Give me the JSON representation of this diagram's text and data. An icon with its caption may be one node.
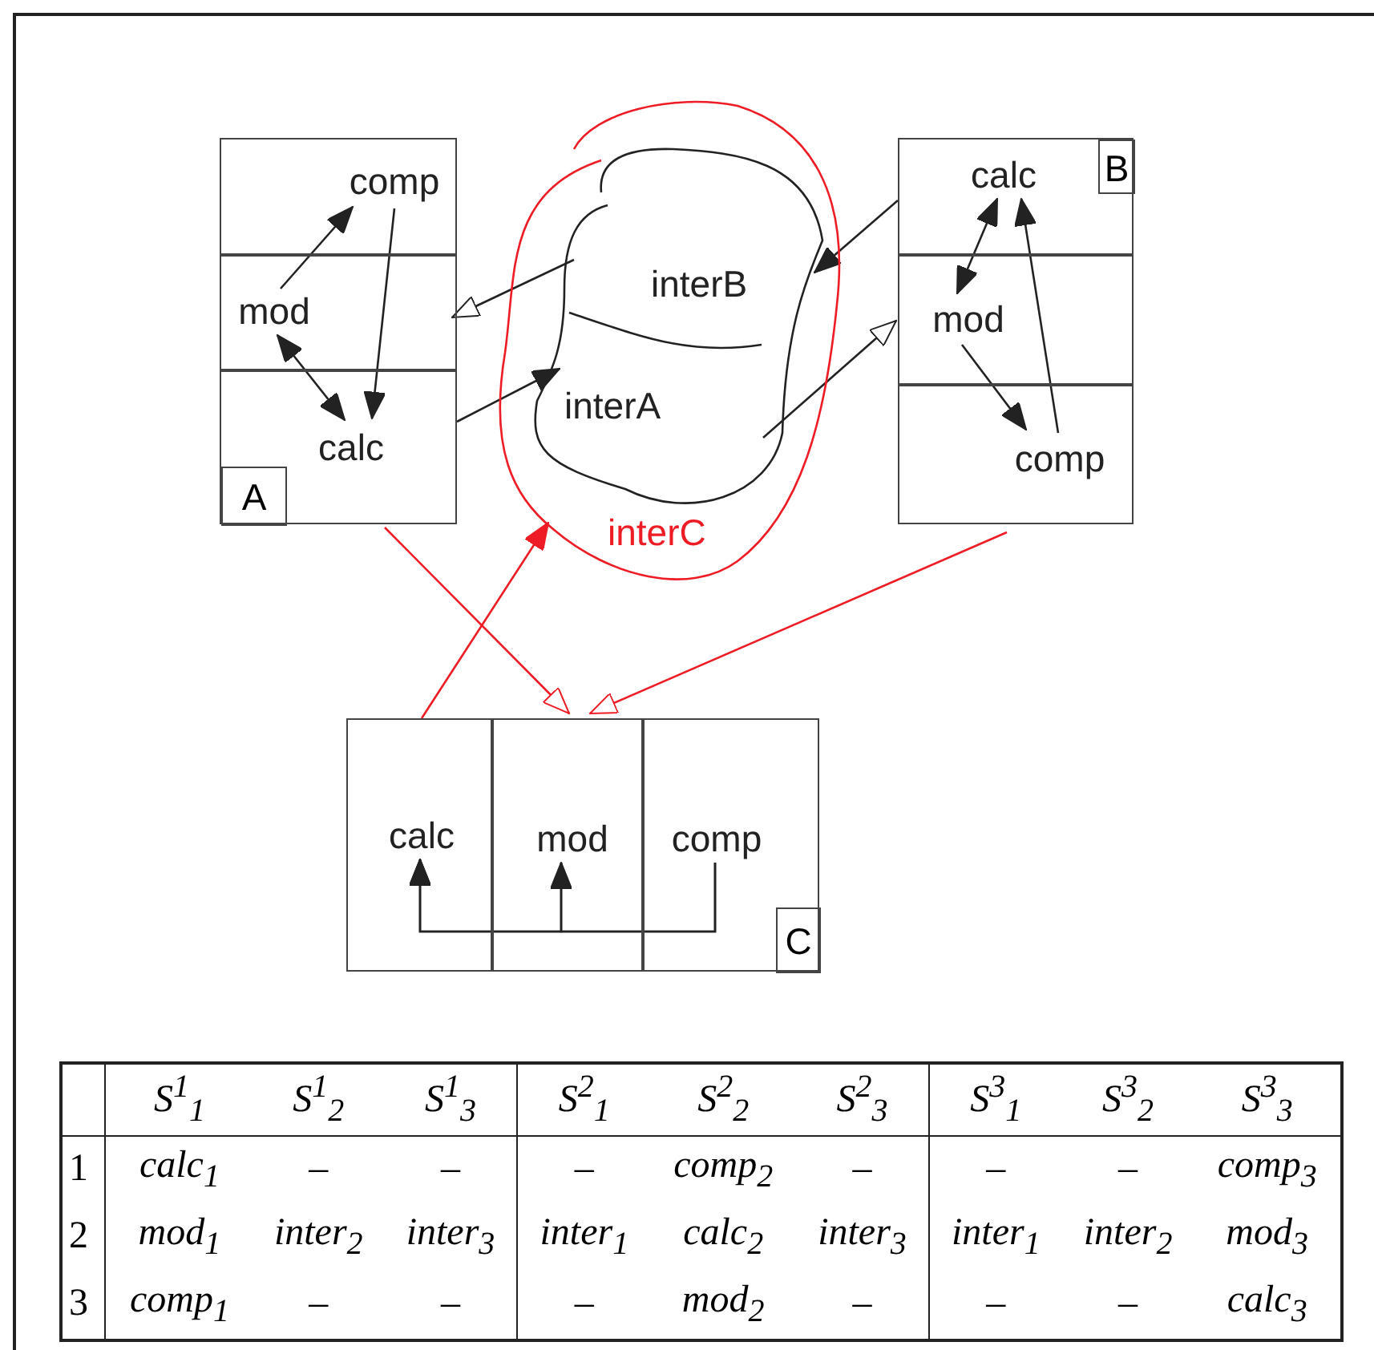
{
  "diagram": {
    "nodes": [
      {
        "text": [
          "A"
        ]
      },
      {
        "text": [
          "comp"
        ],
        "in": 0
      },
      {
        "text": [
          "mod"
        ],
        "in": 0
      },
      {
        "text": [
          "calc"
        ],
        "in": 0
      },
      {
        "text": [
          "interC"
        ]
      },
      {
        "text": [
          "interB"
        ],
        "in": 4
      },
      {
        "text": [
          "interA"
        ],
        "in": 4
      },
      {
        "text": [
          "B"
        ]
      },
      {
        "text": [
          "calc"
        ],
        "in": 7
      },
      {
        "text": [
          "mod"
        ],
        "in": 7
      },
      {
        "text": [
          "comp"
        ],
        "in": 7
      },
      {
        "text": [
          "C"
        ]
      },
      {
        "text": [
          "calc"
        ],
        "in": 11
      },
      {
        "text": [
          "mod"
        ],
        "in": 11
      },
      {
        "text": [
          "comp"
        ],
        "in": 11
      }
    ],
    "edges": [
      {
        "from": 2,
        "to": 1,
        "arrow": "to"
      },
      {
        "from": 1,
        "to": 3,
        "arrow": "to"
      },
      {
        "from": 2,
        "to": 3,
        "arrow": "both"
      },
      {
        "from": 5,
        "to": 0,
        "arrow": "to"
      },
      {
        "from": 0,
        "to": 6,
        "arrow": "to"
      },
      {
        "from": 7,
        "to": 5,
        "arrow": "to"
      },
      {
        "from": 6,
        "to": 7,
        "arrow": "to"
      },
      {
        "from": 9,
        "to": 8,
        "arrow": "both"
      },
      {
        "from": 9,
        "to": 10,
        "arrow": "to"
      },
      {
        "from": 10,
        "to": 8,
        "arrow": "to"
      },
      {
        "from": 0,
        "to": 11,
        "arrow": "to",
        "color": "#ee1c25"
      },
      {
        "from": 7,
        "to": 11,
        "arrow": "to",
        "color": "#ee1c25"
      },
      {
        "from": 11,
        "to": 4,
        "arrow": "to",
        "color": "#ee1c25"
      },
      {
        "from": 14,
        "to": 12,
        "arrow": "to"
      },
      {
        "from": 13,
        "to": 12,
        "arrow": "to"
      },
      {
        "from": 14,
        "to": 13,
        "arrow": "to"
      }
    ],
    "labels": [
      "S$^{1}$$_{1}$",
      "S$^{1}$$_{2}$",
      "S$^{1}$$_{3}$",
      "S$^{2}$$_{1}$",
      "S$^{2}$$_{2}$",
      "S$^{2}$$_{3}$",
      "S$^{3}$$_{1}$",
      "S$^{3}$$_{2}$",
      "S$^{3}$$_{3}$",
      "1",
      "calc$_{1}$",
      "–",
      "–",
      "–",
      "comp$_{2}$",
      "–",
      "–",
      "–",
      "comp$_{3}$",
      "2",
      "mod$_{1}$",
      "inter$_{2}$",
      "inter$_{3}$",
      "inter$_{1}$",
      "calc$_{2}$",
      "inter$_{3}$",
      "inter$_{1}$",
      "inter$_{2}$",
      "mod$_{3}$",
      "3",
      "comp$_{1}$",
      "–",
      "–",
      "–",
      "mod$_{2}$",
      "–",
      "–",
      "–",
      "calc$_{3}$"
    ]
  }
}
